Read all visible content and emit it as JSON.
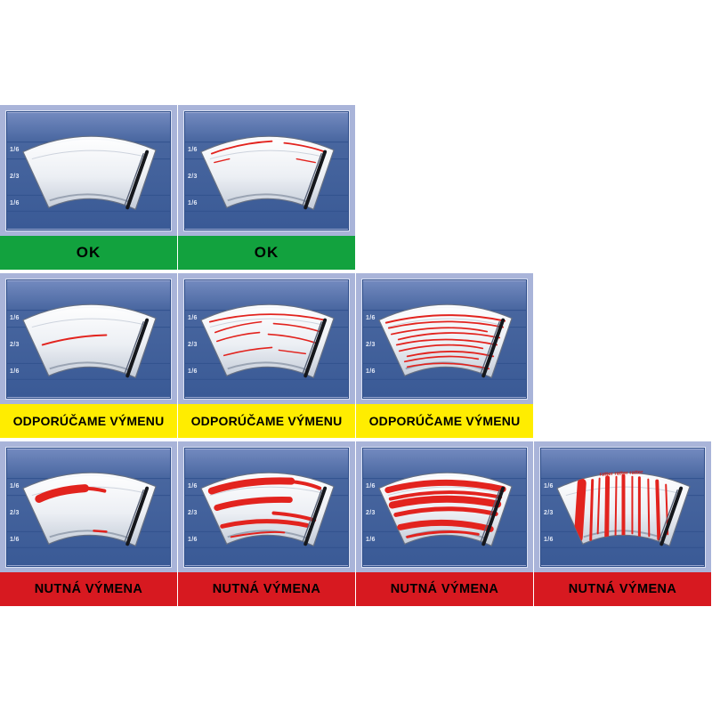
{
  "legend": {
    "zones": [
      "1/6",
      "2/3",
      "1/6"
    ]
  },
  "statuses": [
    {
      "label": "OK",
      "color": "#12a23e",
      "cells": [
        {
          "condition": "clean windshield, no streaks"
        },
        {
          "condition": "a few light streaks at top edge"
        }
      ]
    },
    {
      "label": "ODPORÚČAME VÝMENU",
      "color": "#ffed00",
      "cells": [
        {
          "condition": "single thin streak in middle"
        },
        {
          "condition": "several thin streaks"
        },
        {
          "condition": "many thin streaks over whole glass"
        }
      ]
    },
    {
      "label": "NUTNÁ VÝMENA",
      "color": "#d71920",
      "cells": [
        {
          "condition": "bold smear upper left"
        },
        {
          "condition": "thick smears across glass"
        },
        {
          "condition": "heavy smears over whole glass"
        },
        {
          "condition": "vertical water streaks with chatter marks"
        }
      ]
    }
  ],
  "chatter_text": "ratter ratter ratter",
  "colors": {
    "cell_frame": "#a9b4d9",
    "panel_blue_top": "#7289bf",
    "panel_blue_bottom": "#3a5a96",
    "streak_red": "#e2231e",
    "ok_green": "#12a23e",
    "warn_yellow": "#ffed00",
    "bad_red": "#d71920"
  }
}
